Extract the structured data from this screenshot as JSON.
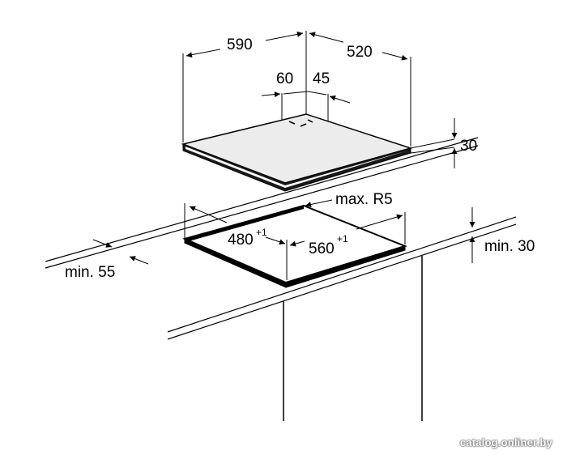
{
  "dimensions": {
    "width_total": "590",
    "depth_total": "520",
    "offset_left": "60",
    "offset_right": "45",
    "height": "30",
    "radius": "max. R5",
    "cutout_depth": "480",
    "cutout_depth_tolerance": "+1",
    "cutout_width": "560",
    "cutout_width_tolerance": "+1",
    "min_front": "min. 55",
    "min_worktop": "min. 30"
  },
  "watermark": "catalog.onliner.by",
  "colors": {
    "line": "#000000",
    "hob_fill": "#e9e9e9",
    "background": "#ffffff"
  }
}
